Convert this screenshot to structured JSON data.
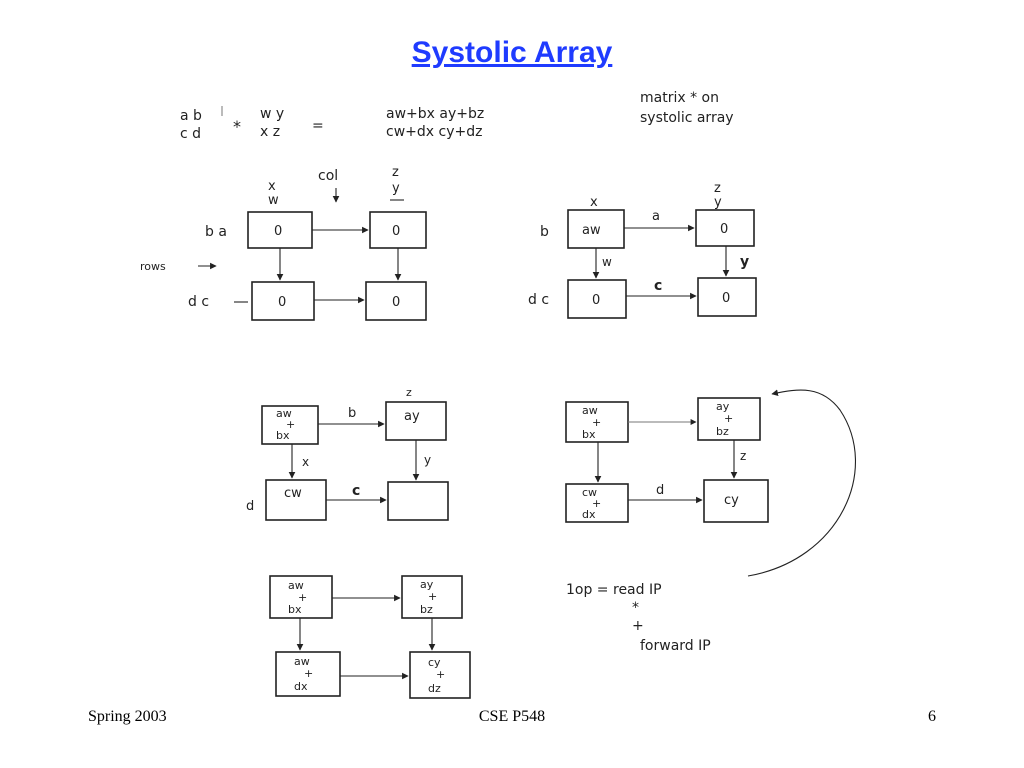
{
  "slide": {
    "title": "Systolic Array",
    "footer": {
      "left": "Spring 2003",
      "center": "CSE P548",
      "right": "6"
    }
  },
  "equation": {
    "matA": [
      "a b",
      "c d"
    ],
    "op_mult": "*",
    "matB": [
      "w y",
      "x z"
    ],
    "op_eq": "=",
    "result": [
      "aw+bx   ay+bz",
      "cw+dx   cy+dz"
    ],
    "note": [
      "matrix * on",
      "systolic array"
    ]
  },
  "step1": {
    "col_label": "col",
    "rows_label": "rows",
    "top_inputs": [
      "x",
      "w",
      "z",
      "y"
    ],
    "row_inputs": [
      "b  a",
      "d  c"
    ],
    "cells": [
      "0",
      "0",
      "0",
      "0"
    ]
  },
  "step2": {
    "top_inputs": [
      "x",
      "z",
      "y"
    ],
    "row_inputs": [
      "b",
      "d c"
    ],
    "cells": [
      "aw",
      "0",
      "0",
      "0"
    ],
    "edge_labels": [
      "a",
      "w",
      "c",
      "y"
    ]
  },
  "step3": {
    "top_input": "z",
    "row_input": "d",
    "cells": [
      [
        "aw",
        "+",
        "bx"
      ],
      [
        "ay"
      ],
      [
        "cw"
      ],
      [
        ""
      ]
    ],
    "edge_labels": [
      "b",
      "x",
      "c",
      "y"
    ]
  },
  "step4": {
    "cells": [
      [
        "aw",
        "+",
        "bx"
      ],
      [
        "ay",
        "+",
        "bz"
      ],
      [
        "cw",
        "+",
        "dx"
      ],
      [
        "cy"
      ]
    ],
    "edge_labels": [
      "z",
      "d"
    ]
  },
  "step5": {
    "cells": [
      [
        "aw",
        "+",
        "bx"
      ],
      [
        "ay",
        "+",
        "bz"
      ],
      [
        "aw",
        "+",
        "dx"
      ],
      [
        "cy",
        "+",
        "dz"
      ]
    ]
  },
  "loop_note": [
    "1op =  read IP",
    "*",
    "+",
    "forward IP"
  ]
}
